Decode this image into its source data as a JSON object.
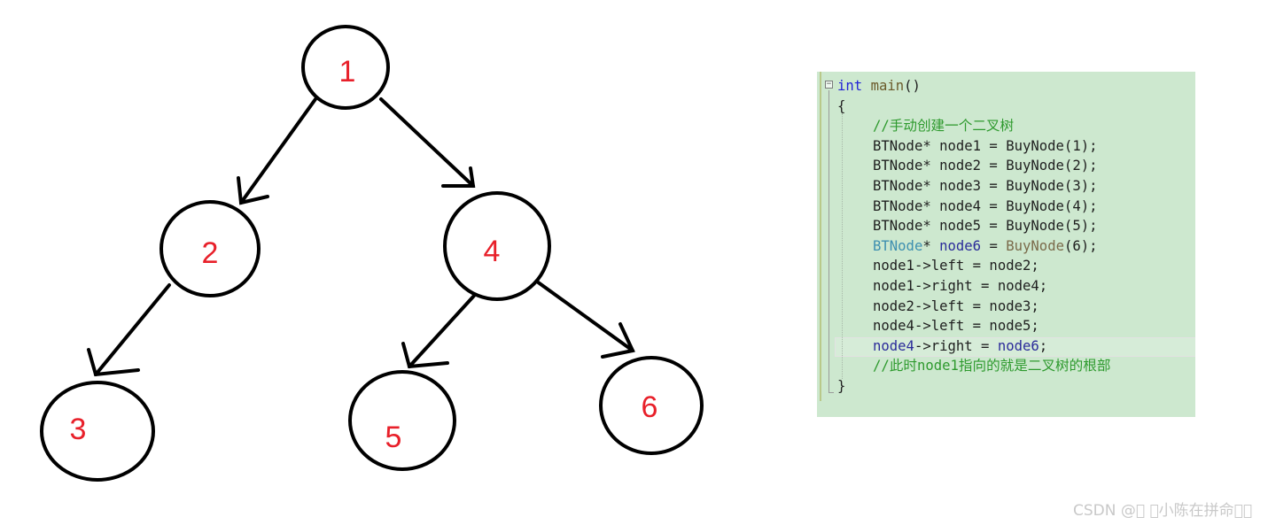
{
  "tree": {
    "nodes": [
      {
        "id": "1",
        "label": "1"
      },
      {
        "id": "2",
        "label": "2"
      },
      {
        "id": "4",
        "label": "4"
      },
      {
        "id": "3",
        "label": "3"
      },
      {
        "id": "5",
        "label": "5"
      },
      {
        "id": "6",
        "label": "6"
      }
    ],
    "edges": [
      {
        "from": "1",
        "to": "2"
      },
      {
        "from": "1",
        "to": "4"
      },
      {
        "from": "2",
        "to": "3"
      },
      {
        "from": "4",
        "to": "5"
      },
      {
        "from": "4",
        "to": "6"
      }
    ],
    "label_color": "#e8202a"
  },
  "code": {
    "fold_marker": "⊟",
    "lines": [
      {
        "kw": "int",
        "fn": "main",
        "rest": "()"
      },
      {
        "text": "{"
      },
      {
        "comment": "//手动创建一个二叉树"
      },
      {
        "text": "BTNode* node1 = BuyNode(1);"
      },
      {
        "text": "BTNode* node2 = BuyNode(2);"
      },
      {
        "text": "BTNode* node3 = BuyNode(3);"
      },
      {
        "text": "BTNode* node4 = BuyNode(4);"
      },
      {
        "text": "BTNode* node5 = BuyNode(5);"
      },
      {
        "type": "BTNode",
        "star": "* ",
        "var": "node6",
        "eq": " = ",
        "fn": "BuyNode",
        "args": "(6);"
      },
      {
        "text": "node1->left = node2;"
      },
      {
        "text": "node1->right = node4;"
      },
      {
        "text": "node2->left = node3;"
      },
      {
        "text": "node4->left = node5;"
      },
      {
        "v1": "node4",
        "mid": "->right = ",
        "v2": "node6",
        "end": ";"
      },
      {
        "comment": "//此时node1指向的就是二叉树的根部"
      },
      {
        "text": "}"
      }
    ],
    "background": "#cde8cf"
  },
  "watermark": "CSDN @\u0000 \u0000小陈在拼命\u0000\u0000"
}
